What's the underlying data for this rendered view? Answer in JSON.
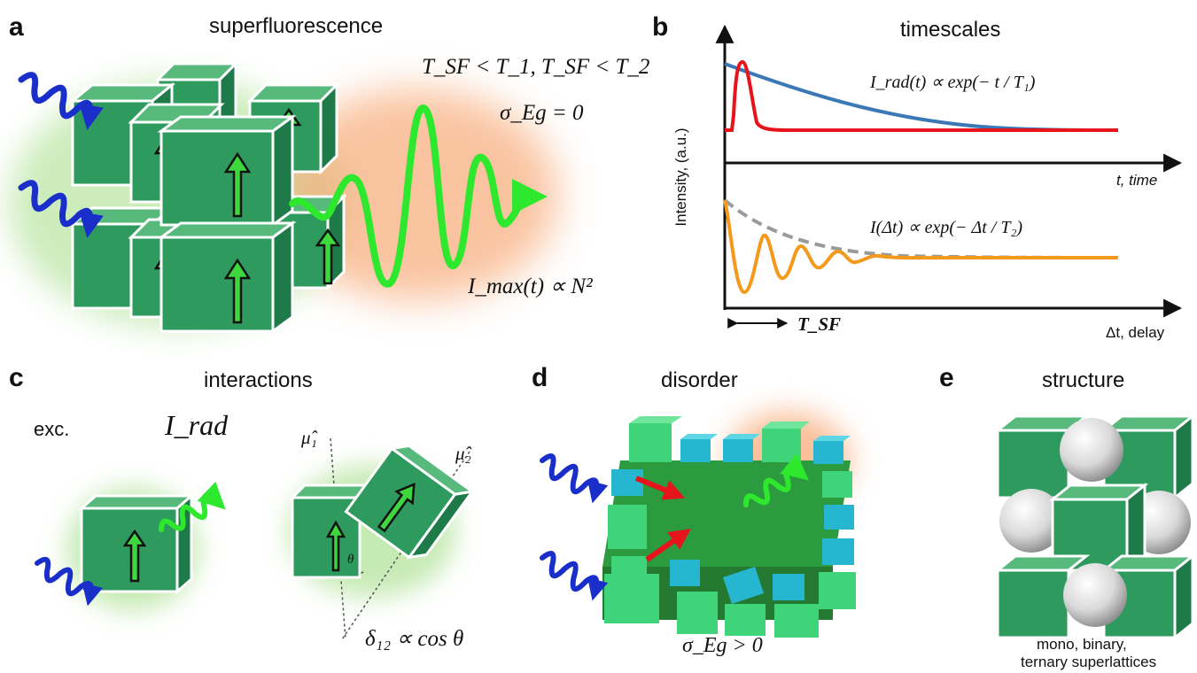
{
  "panel_a": {
    "letter": "a",
    "title": "superfluorescence",
    "condition_1": "T_SF < T_1, T_SF < T_2",
    "condition_2": "σ_Eg = 0",
    "intensity": "I_max(t) ∝ N²"
  },
  "panel_b": {
    "letter": "b",
    "title": "timescales",
    "y_axis_label": "Intensity, (a.u.)",
    "x_axis_top": "t, time",
    "x_axis_bottom": "Δt, delay",
    "eq_top": "I_rad(t) ∝ exp(− t / T₁)",
    "eq_bottom": "I(Δt) ∝ exp(− Δt / T₂)",
    "tsf_label": "T_SF",
    "colors": {
      "decay": "#3b78b5",
      "pulse": "#e8141c",
      "oscillation": "#f39a1c",
      "envelope": "#9a9a9a"
    }
  },
  "panel_c": {
    "letter": "c",
    "title": "interactions",
    "exc_label": "exc.",
    "irad_label": "I_rad",
    "mu1": "μ̂₁",
    "mu2": "μ̂₂",
    "theta": "θ",
    "coupling": "δ₁₂ ∝ cos θ"
  },
  "panel_d": {
    "letter": "d",
    "title": "disorder",
    "condition": "σ_Eg > 0"
  },
  "panel_e": {
    "letter": "e",
    "title": "structure",
    "caption_1": "mono, binary,",
    "caption_2": "ternary superlattices"
  },
  "colors": {
    "cube_face": "#2e9a5d",
    "cube_dark": "#1e7a48",
    "arrow_green": "#3ed83e",
    "wave_blue": "#1a2fc9",
    "wave_green": "#2ee82e",
    "glow_orange": "#f7a46e",
    "cyan": "#29c3dc"
  }
}
